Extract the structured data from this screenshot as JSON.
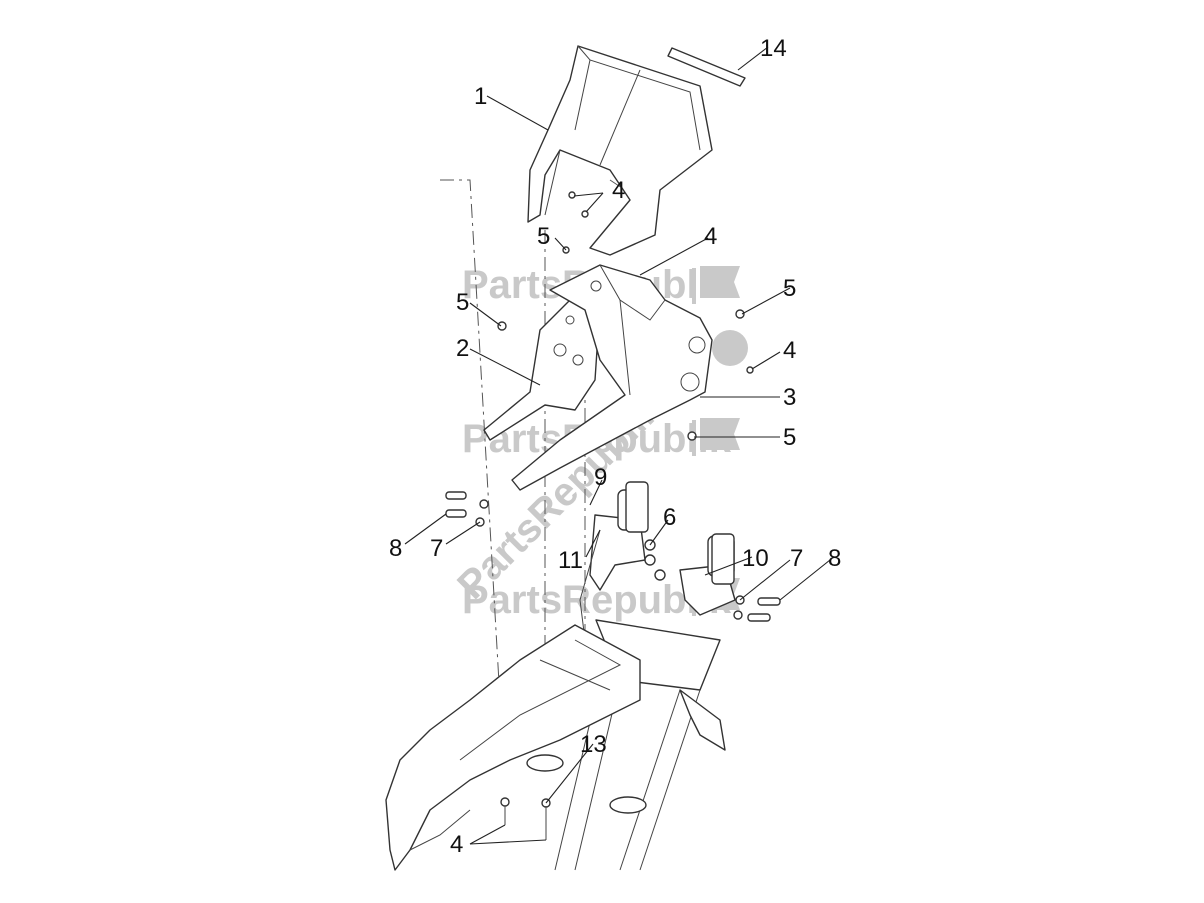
{
  "callouts": [
    {
      "id": "c1",
      "label": "1"
    },
    {
      "id": "c14",
      "label": "14"
    },
    {
      "id": "c4a",
      "label": "4"
    },
    {
      "id": "c5a",
      "label": "5"
    },
    {
      "id": "c4b",
      "label": "4"
    },
    {
      "id": "c5b",
      "label": "5"
    },
    {
      "id": "c5c",
      "label": "5"
    },
    {
      "id": "c2",
      "label": "2"
    },
    {
      "id": "c4c",
      "label": "4"
    },
    {
      "id": "c3",
      "label": "3"
    },
    {
      "id": "c5d",
      "label": "5"
    },
    {
      "id": "c9",
      "label": "9"
    },
    {
      "id": "c6",
      "label": "6"
    },
    {
      "id": "c8a",
      "label": "8"
    },
    {
      "id": "c7a",
      "label": "7"
    },
    {
      "id": "c11",
      "label": "11"
    },
    {
      "id": "c10",
      "label": "10"
    },
    {
      "id": "c7b",
      "label": "7"
    },
    {
      "id": "c8b",
      "label": "8"
    },
    {
      "id": "c13",
      "label": "13"
    },
    {
      "id": "c4d",
      "label": "4"
    }
  ],
  "watermark": {
    "text": "PartsRepublik",
    "color": "#c9c9c9",
    "icon": "gear-flag-icon"
  }
}
